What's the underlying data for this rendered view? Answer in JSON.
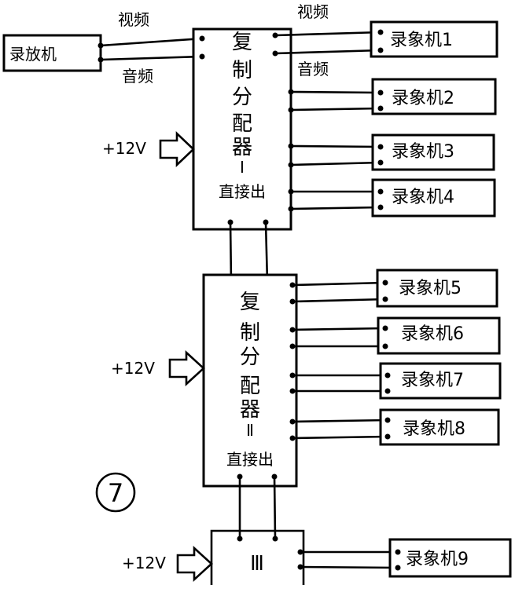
{
  "source": {
    "label": "录放机"
  },
  "signals": {
    "video": "视频",
    "audio": "音频"
  },
  "distributors": [
    {
      "chars": [
        "复",
        "制",
        "分",
        "配",
        "器",
        "Ⅰ"
      ],
      "direct_out": "直接出",
      "power": "+12V"
    },
    {
      "chars": [
        "复",
        "制",
        "分",
        "配",
        "器",
        "Ⅱ"
      ],
      "direct_out": "直接出",
      "power": "+12V"
    },
    {
      "chars": [
        "Ⅲ"
      ],
      "power": "+12V"
    }
  ],
  "recorders": [
    "录象机1",
    "录象机2",
    "录象机3",
    "录象机4",
    "录象机5",
    "录象机6",
    "录象机7",
    "录象机8",
    "录象机9"
  ],
  "figure_number": "7"
}
